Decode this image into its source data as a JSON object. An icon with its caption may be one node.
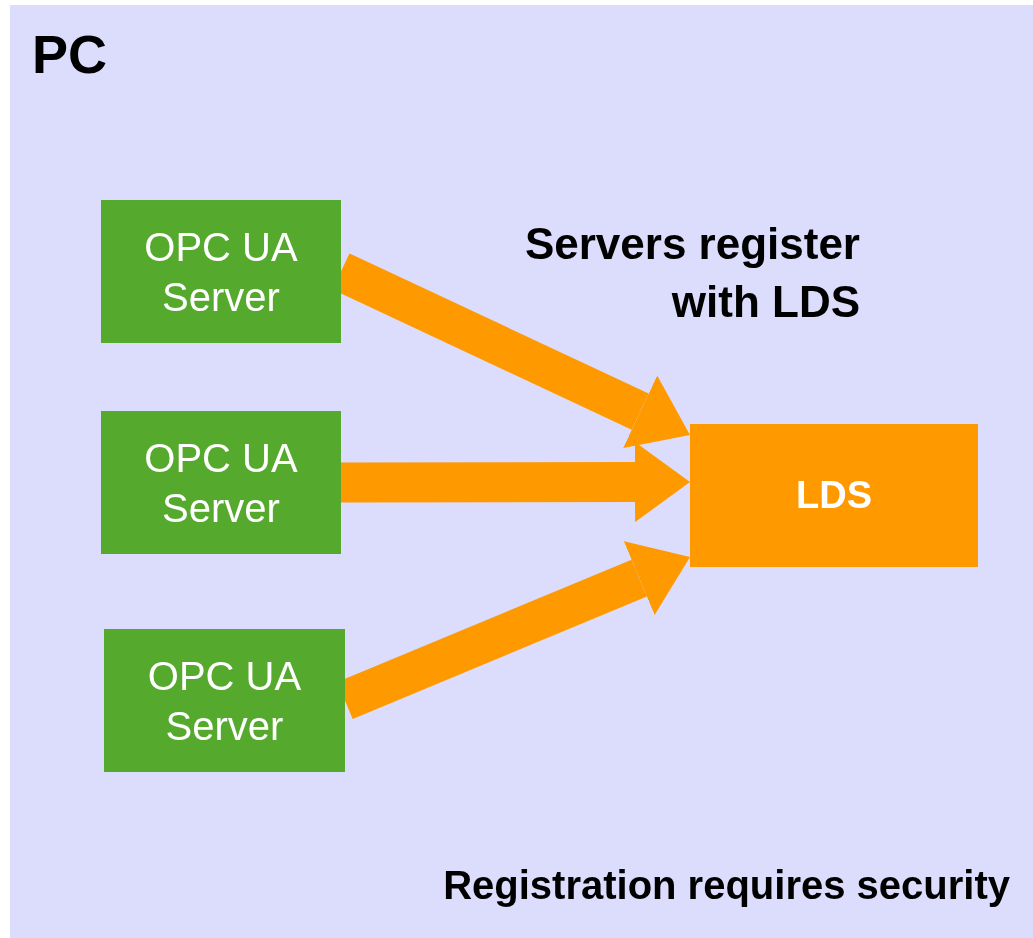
{
  "diagram": {
    "nodes": [
      {
        "text": [
          "PC"
        ]
      },
      {
        "text": [
          "OPC UA Server"
        ],
        "in": 0
      },
      {
        "text": [
          "OPC UA Server"
        ],
        "in": 0
      },
      {
        "text": [
          "OPC UA Server"
        ],
        "in": 0
      },
      {
        "text": [
          "LDS"
        ],
        "in": 0
      }
    ],
    "edges": [
      {
        "from": 1,
        "to": 4,
        "arrow": "to"
      },
      {
        "from": 2,
        "to": 4,
        "arrow": "to"
      },
      {
        "from": 3,
        "to": 4,
        "arrow": "to"
      }
    ],
    "labels": [
      "Servers register with LDS",
      "Registration requires security"
    ]
  }
}
